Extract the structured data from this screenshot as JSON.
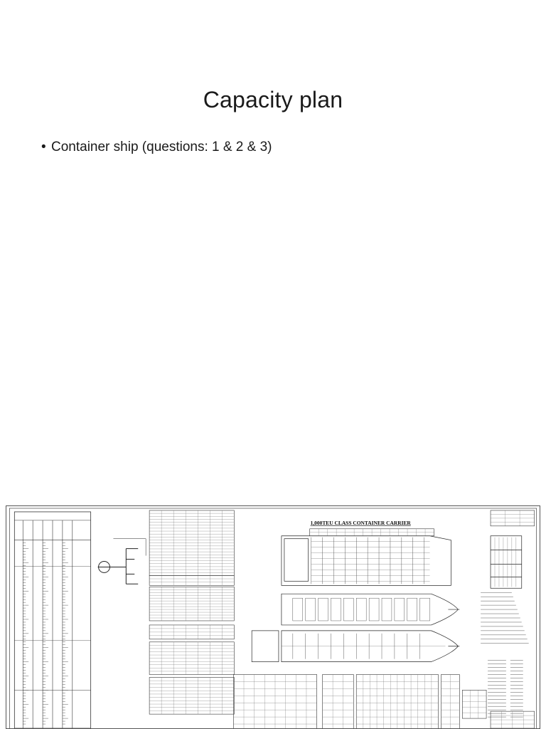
{
  "slide": {
    "title": "Capacity plan",
    "bullet": "Container ship (questions: 1 & 2 & 3)"
  },
  "drawing": {
    "title": "1,000TEU CLASS CONTAINER CARRIER"
  }
}
